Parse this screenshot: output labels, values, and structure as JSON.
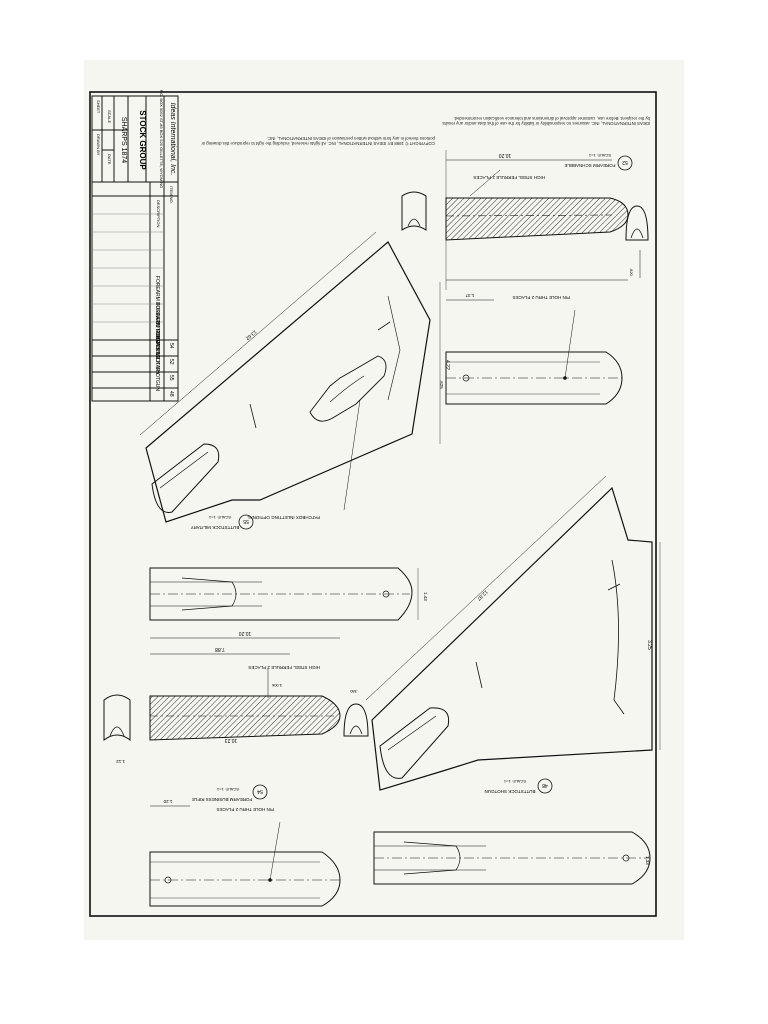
{
  "title_block": {
    "group": "STOCK GROUP",
    "rifle": "SHARPS 1874",
    "company": "Ideas International, Inc.",
    "address": "P.O. BOX 9052  ST-89  BOX 520  GILLETTE, WYOMING",
    "scale_label": "SCALE",
    "date_label": "DATE",
    "sheet_label": "SHEET",
    "drawn_by_label": "DRAWN BY",
    "parts_header": {
      "no": "ITEM NO.",
      "desc": "DESCRIPTION"
    },
    "parts": [
      {
        "no": "48",
        "desc": "BUTTSTOCK SHOTGUN"
      },
      {
        "no": "55",
        "desc": "BUTTSTOCK MILITARY"
      },
      {
        "no": "52",
        "desc": "FOREARM SCHNABBLE"
      },
      {
        "no": "54",
        "desc": "FOREARM BUSINESS RIFLE"
      }
    ]
  },
  "notices": {
    "copyright": "COPYRIGHT ©  1998 BY IDEAS INTERNATIONAL, INC. All rights reserved, including the right to reproduce this drawing or portions thereof in any form without written permission of IDEAS INTERNATIONAL, INC.",
    "disclaimer": "IDEAS INTERNATIONAL, INC. assumes no responsibility or liability for the use of this data and/or any results by the recipient. Before use, customer approval of dimensions and tolerance verification recommended."
  },
  "views": [
    {
      "id": "52",
      "caption": "FOREARM SCHNABBLE",
      "scale": "SCALE: 1=1",
      "note": "HIGH STEEL FERRULE  2 PLACES"
    },
    {
      "id": "55",
      "caption": "BUTTSTOCK MILITARY",
      "scale": "SCALE: 1=1",
      "note": "PATCHBOX INLETTING OPTIONAL"
    },
    {
      "id": "54",
      "caption": "FOREARM BUSINESS RIFLE",
      "scale": "SCALE: 1=1",
      "note": "HIGH STEEL FERRULE  2 PLACES"
    },
    {
      "id": "48",
      "caption": "BUTTSTOCK SHOTGUN",
      "scale": "SCALE: 1=1",
      "note": ""
    }
  ],
  "pin_notes": [
    {
      "text": "PIN HOLE THRU  2 PLACES"
    },
    {
      "text": "PIN HOLE THRU  2 PLACES"
    }
  ],
  "dimensions": {
    "schnabble_length": "10.20",
    "schnabble_overall": "10.23",
    "military_length": "13.62",
    "military_height": "4.22",
    "business_length": "10.20",
    "business_partial": "7.88",
    "shotgun_length": "12.87",
    "shotgun_height": "3.25",
    "end_width": "1.43",
    "end_width_b": "1.33",
    "pin_offset": "1.37",
    "pin_offset_b": "1.20",
    "small_a": ".625",
    "small_b": ".820",
    "small_c": "1.12",
    "small_d": "3.006",
    "small_e": ".380"
  }
}
